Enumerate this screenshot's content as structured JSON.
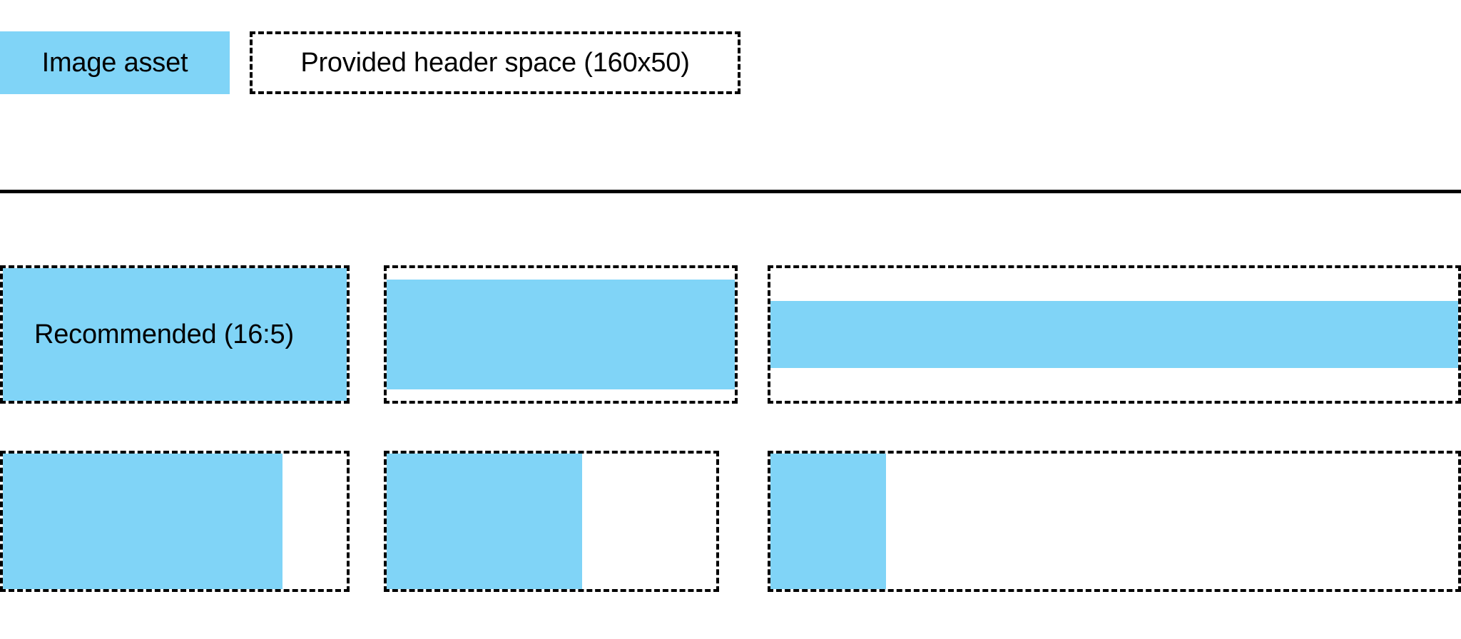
{
  "theme": {
    "asset_blue": "#80D4F7",
    "outline_color": "#000000",
    "background": "#ffffff"
  },
  "legend": {
    "asset_label": "Image asset",
    "space_label": "Provided header space (160x50)"
  },
  "grid": {
    "rows": [
      {
        "name": "row-1",
        "cells": [
          {
            "label": "Recommended (16:5)",
            "fill": "full"
          },
          {
            "label": "",
            "fill": "inset-vertical-small"
          },
          {
            "label": "",
            "fill": "inset-vertical-large"
          }
        ]
      },
      {
        "name": "row-2",
        "cells": [
          {
            "label": "",
            "fill": "left-80-percent"
          },
          {
            "label": "",
            "fill": "left-58-percent"
          },
          {
            "label": "",
            "fill": "left-17-percent"
          }
        ]
      }
    ]
  }
}
